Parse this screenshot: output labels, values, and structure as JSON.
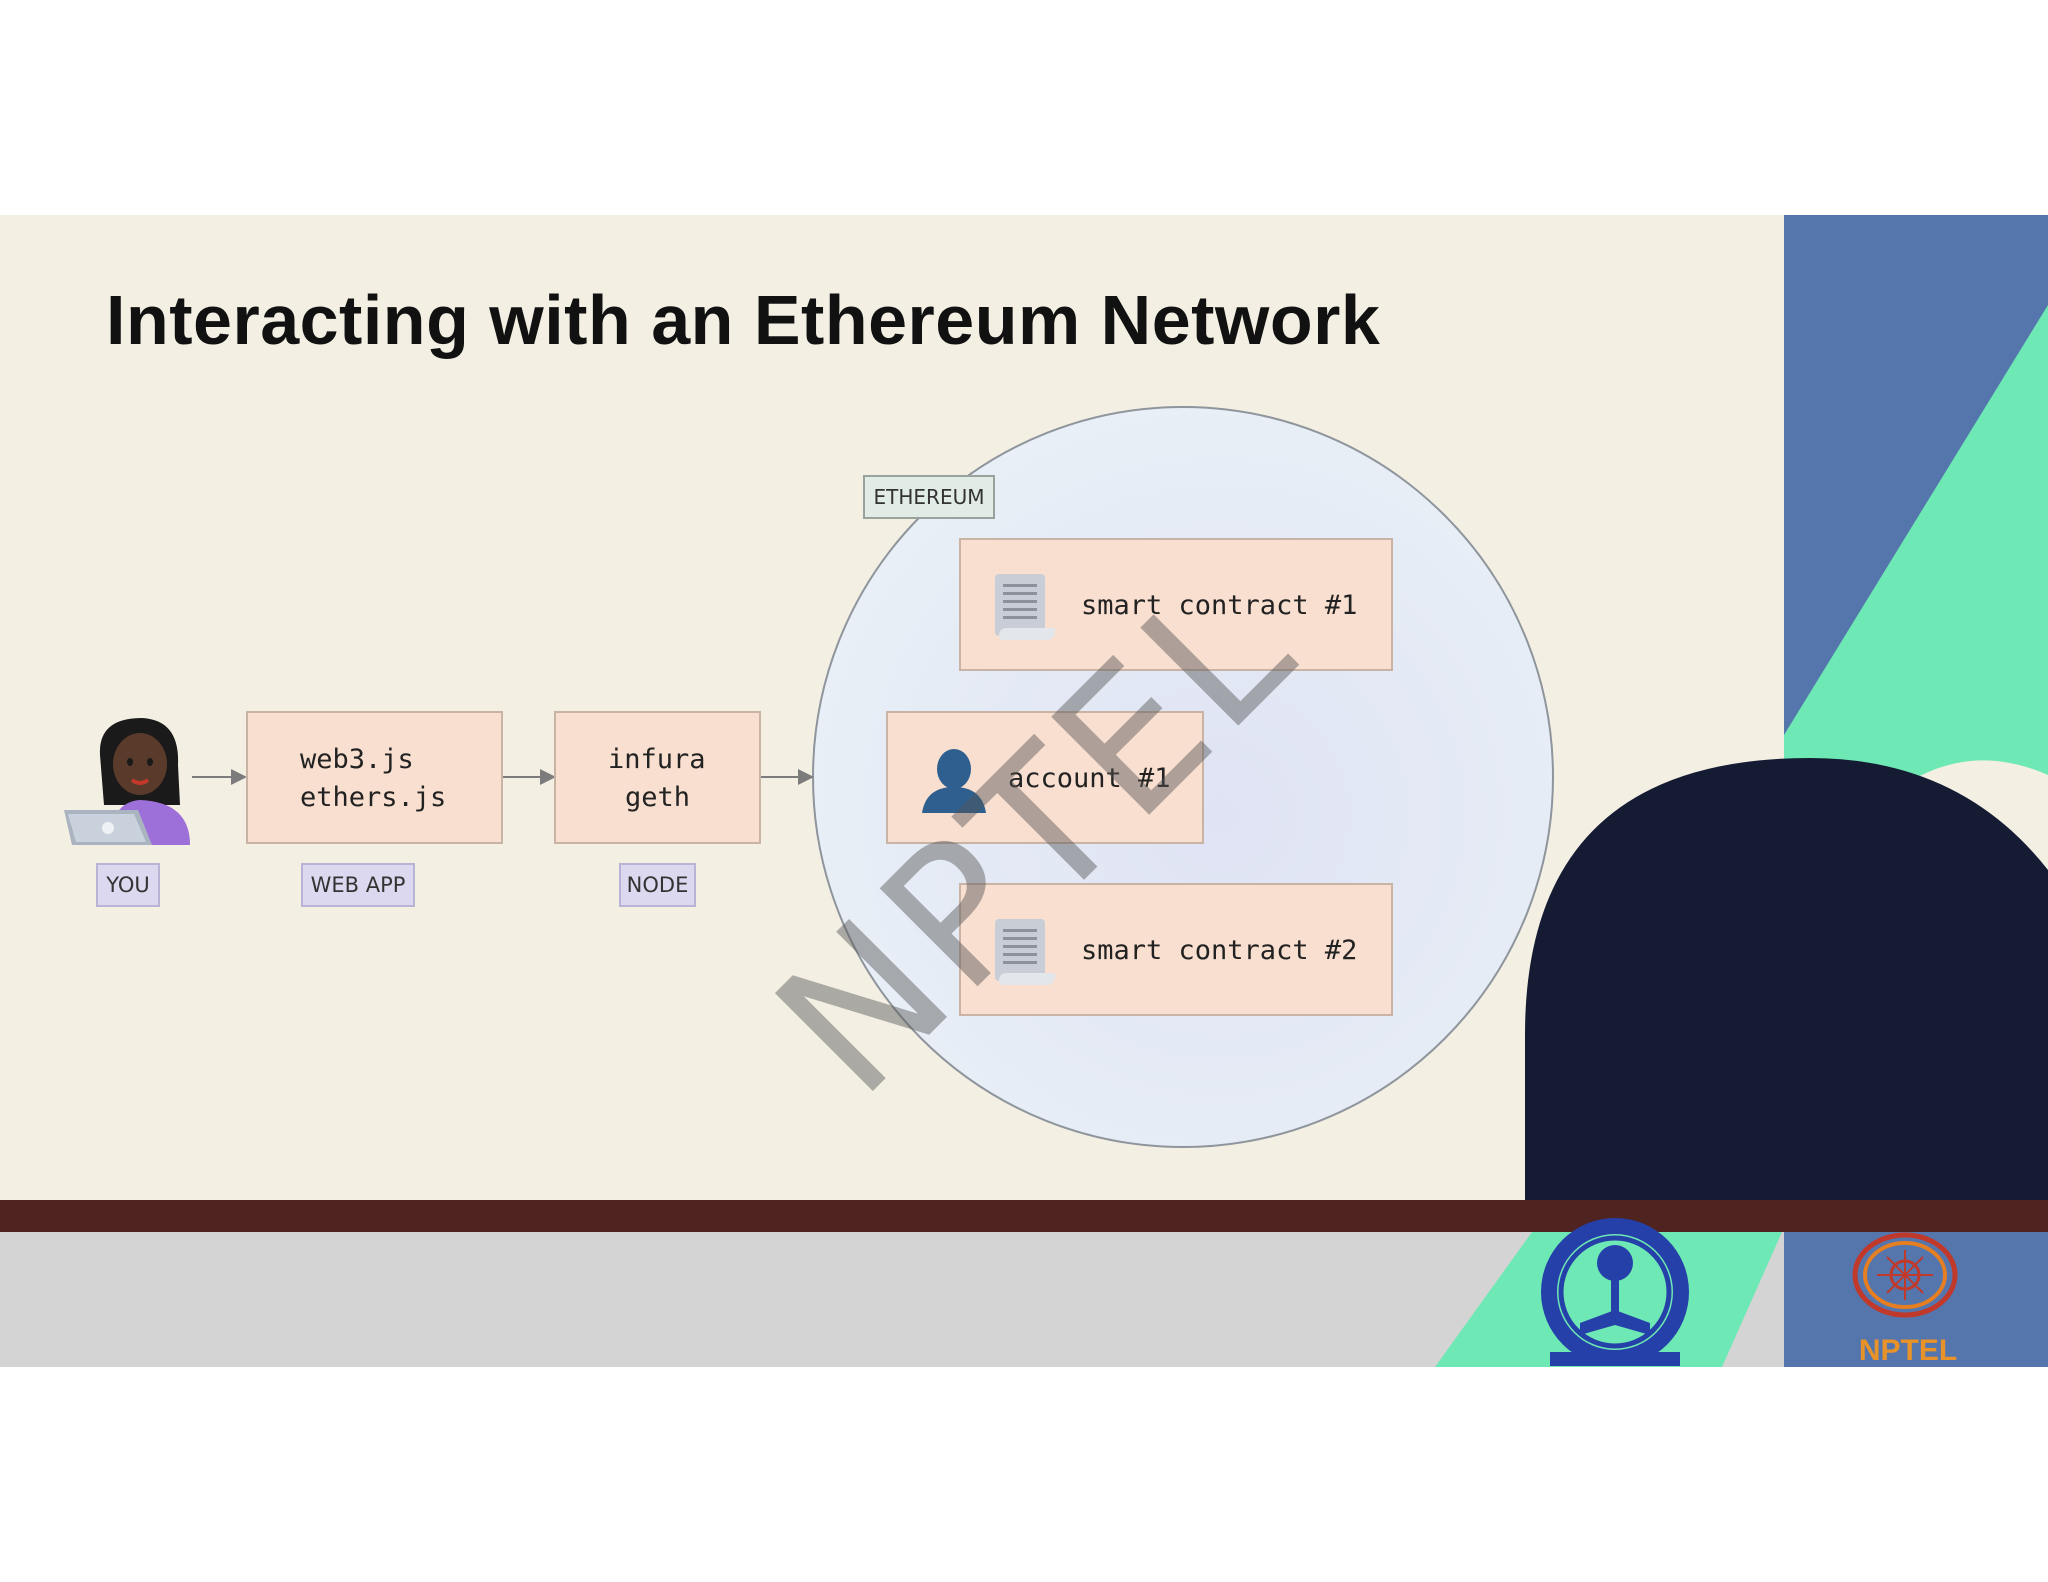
{
  "title": "Interacting with an Ethereum Network",
  "nodes": {
    "you": {
      "tag": "YOU"
    },
    "web_app": {
      "lines": [
        "web3.js",
        "ethers.js"
      ],
      "tag": "WEB APP"
    },
    "node": {
      "lines": [
        "infura",
        "geth"
      ],
      "tag": "NODE"
    },
    "ethereum": {
      "tag": "ETHEREUM",
      "contract1": "smart contract #1",
      "account1": "account #1",
      "contract2": "smart contract #2"
    }
  },
  "watermark": "NPTEL",
  "logos": {
    "nptel_text": "NPTEL"
  },
  "colors": {
    "paper": "#f3efe3",
    "box_fill": "#f8dfd0",
    "tag_fill": "#dcd8ef",
    "circle_fill": "#e6edf6",
    "deco_blue": "#5575ad",
    "deco_mint": "#6ee8b4",
    "deco_navy": "#141b33",
    "bar_brown": "#4e2320",
    "footer_gray": "#d4d4d4"
  }
}
